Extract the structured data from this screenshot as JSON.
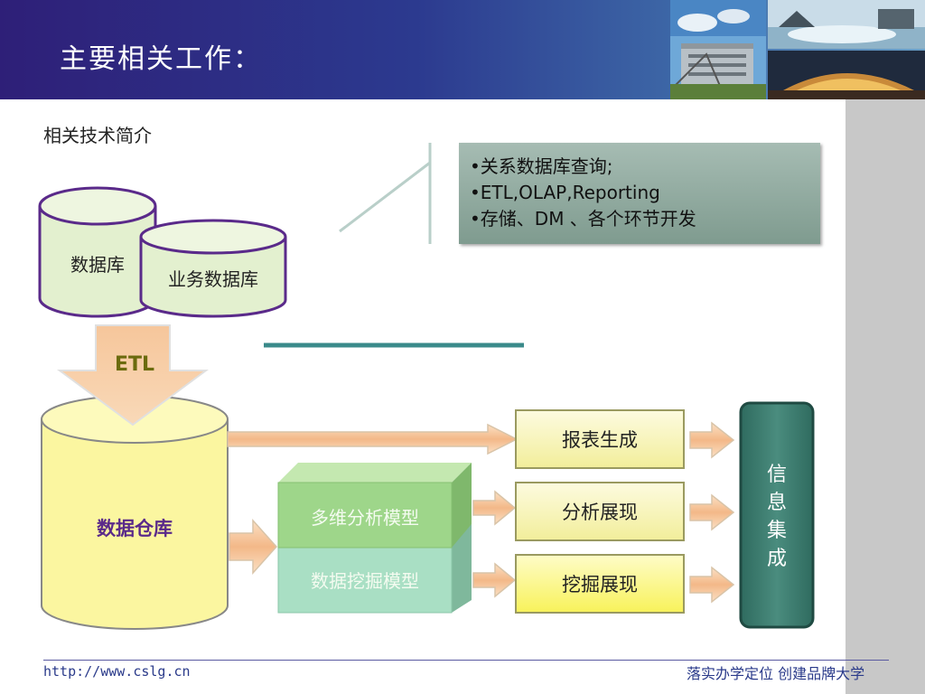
{
  "slide": {
    "title": "主要相关工作：",
    "subtitle": "相关技术简介"
  },
  "textbox": {
    "bullets": [
      "•关系数据库查询;",
      "•ETL,OLAP,Reporting",
      "•存储、DM 、各个环节开发"
    ]
  },
  "diagram": {
    "db1_label": "数据库",
    "db2_label": "业务数据库",
    "etl_label": "ETL",
    "warehouse_label": "数据仓库",
    "cube_top_label": "多维分析模型",
    "cube_bottom_label": "数据挖掘模型",
    "report_label": "报表生成",
    "analysis_label": "分析展现",
    "mining_label": "挖掘展现",
    "info_chars": [
      "信",
      "息",
      "集",
      "成"
    ]
  },
  "footer": {
    "url": "http://www.cslg.cn",
    "motto": "落实办学定位 创建品牌大学"
  },
  "colors": {
    "header": "#2e1f78",
    "cylinder_fill": "#e3f0cf",
    "cylinder_stroke": "#5a2a8a",
    "warehouse_fill": "#fbf6a0",
    "etl_arrow": "#f6c69b",
    "cube_top": "#9ed68a",
    "cube_bottom": "#a9dfc4",
    "info_box": "#3f7f72",
    "teal_line": "#3a8a8a"
  }
}
